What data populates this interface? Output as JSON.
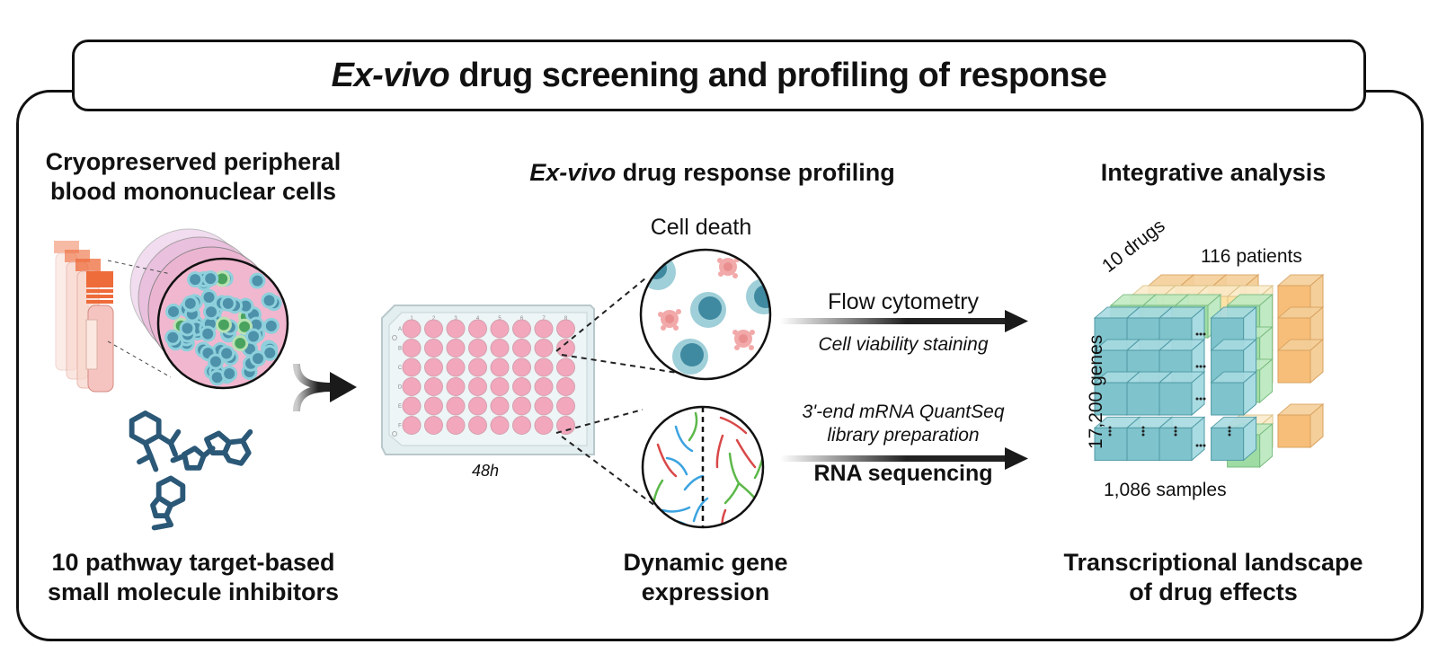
{
  "title": {
    "italic_part": "Ex-vivo",
    "rest": " drug screening and profiling of response"
  },
  "left": {
    "heading_line1": "Cryopreserved peripheral",
    "heading_line2": "blood mononuclear cells",
    "footer_line1": "10 pathway target-based",
    "footer_line2": "small molecule inhibitors",
    "icons": [
      "cryovial-icon",
      "pbmc-cells-icon",
      "small-molecule-icon",
      "merge-arrow-icon"
    ]
  },
  "middle": {
    "heading_italic": "Ex-vivo",
    "heading_rest": " drug response profiling",
    "plate": {
      "columns": [
        "1",
        "2",
        "3",
        "4",
        "5",
        "6",
        "7",
        "8"
      ],
      "rows": [
        "A",
        "B",
        "C",
        "D",
        "E",
        "F"
      ],
      "well_color": "#f2a7bd",
      "plate_color": "#e3eef0"
    },
    "incubation_label": "48h",
    "cell_death_label": "Cell death",
    "footer_line1": "Dynamic gene",
    "footer_line2": "expression"
  },
  "arrows": {
    "top_label": "Flow cytometry",
    "top_sublabel": "Cell viability staining",
    "bottom_sublabel_line1": "3'-end mRNA QuantSeq",
    "bottom_sublabel_line2": "library preparation",
    "bottom_label": "RNA sequencing"
  },
  "right": {
    "heading": "Integrative analysis",
    "cube_labels": {
      "drugs": "10 drugs",
      "patients": "116 patients",
      "genes": "17,200 genes",
      "samples": "1,086 samples"
    },
    "colors": {
      "teal": "#7fc3cc",
      "green": "#9fdca4",
      "yellow": "#fde2a6",
      "orange": "#f7be7a"
    },
    "footer_line1": "Transcriptional landscape",
    "footer_line2": "of drug effects"
  }
}
